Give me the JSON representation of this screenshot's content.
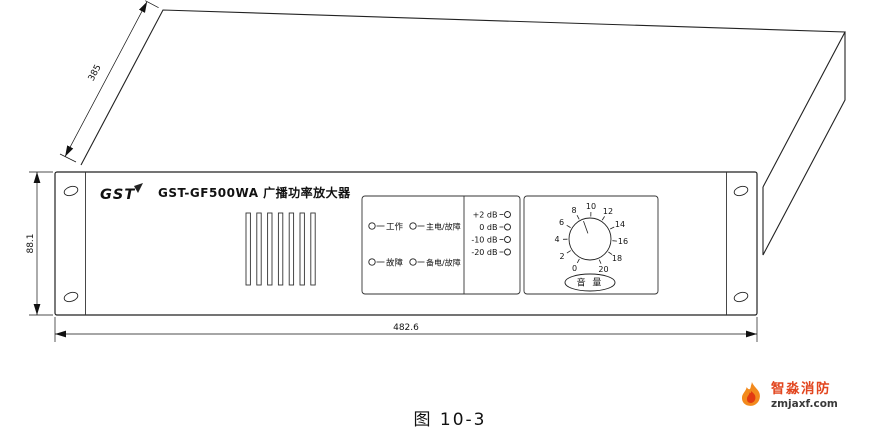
{
  "drawing": {
    "brand": "GST",
    "title": "GST-GF500WA 广播功率放大器",
    "indicators": {
      "status": [
        "工作",
        "故障"
      ],
      "power": [
        "主电/故障",
        "备电/故障"
      ],
      "db": [
        "+2 dB",
        "0 dB",
        "-10 dB",
        "-20 dB"
      ]
    },
    "knob": {
      "scale": [
        "0",
        "2",
        "4",
        "6",
        "8",
        "10",
        "12",
        "14",
        "16",
        "18",
        "20"
      ],
      "volume_label": "音 量"
    },
    "dimensions": {
      "depth": "385",
      "height": "88.1",
      "width": "482.6"
    },
    "caption": "图 10-3"
  },
  "watermark": {
    "name": "智淼消防",
    "site": "zmjaxf.com",
    "accent_color": "#e2461f"
  }
}
